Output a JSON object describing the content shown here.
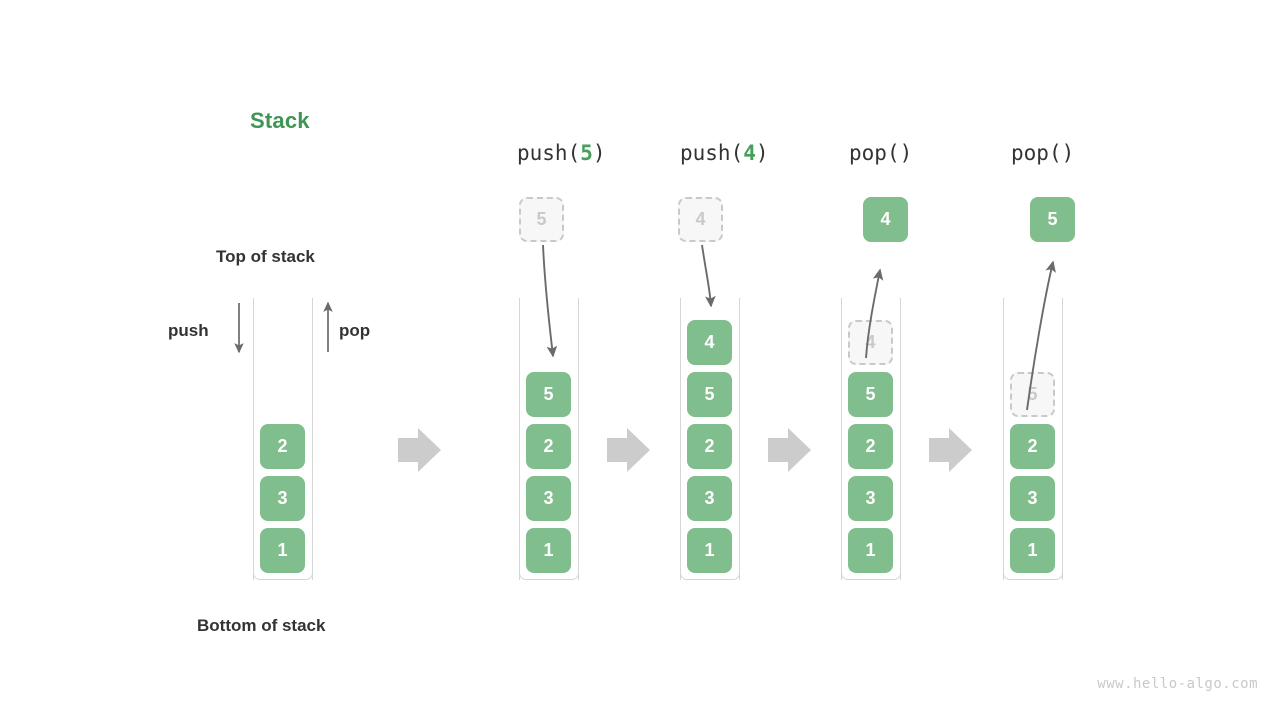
{
  "diagram": {
    "title": "Stack",
    "title_color": "#3f9553",
    "accent_green": "#81be8d",
    "ghost_gray": "#c9c9c9",
    "arrow_gray": "#6b6b6b",
    "transition_arrow_gray": "#cccccc",
    "labels": {
      "top_of_stack": "Top of stack",
      "bottom_of_stack": "Bottom of stack",
      "push": "push",
      "pop": "pop"
    },
    "watermark": "www.hello-algo.com"
  },
  "columns": [
    {
      "id": "initial",
      "header": {
        "name": "",
        "arg": "",
        "open": "",
        "close": ""
      },
      "cells": [
        {
          "value": "2",
          "state": "filled"
        },
        {
          "value": "3",
          "state": "filled"
        },
        {
          "value": "1",
          "state": "filled"
        }
      ],
      "outside": null
    },
    {
      "id": "push-5",
      "header": {
        "name": "push",
        "arg": "5",
        "open": "(",
        "close": ")"
      },
      "cells": [
        {
          "value": "5",
          "state": "filled"
        },
        {
          "value": "2",
          "state": "filled"
        },
        {
          "value": "3",
          "state": "filled"
        },
        {
          "value": "1",
          "state": "filled"
        }
      ],
      "outside": {
        "value": "5",
        "state": "ghost"
      }
    },
    {
      "id": "push-4",
      "header": {
        "name": "push",
        "arg": "4",
        "open": "(",
        "close": ")"
      },
      "cells": [
        {
          "value": "4",
          "state": "filled"
        },
        {
          "value": "5",
          "state": "filled"
        },
        {
          "value": "2",
          "state": "filled"
        },
        {
          "value": "3",
          "state": "filled"
        },
        {
          "value": "1",
          "state": "filled"
        }
      ],
      "outside": {
        "value": "4",
        "state": "ghost"
      }
    },
    {
      "id": "pop-1",
      "header": {
        "name": "pop",
        "arg": "",
        "open": "(",
        "close": ")"
      },
      "cells": [
        {
          "value": "4",
          "state": "ghost"
        },
        {
          "value": "5",
          "state": "filled"
        },
        {
          "value": "2",
          "state": "filled"
        },
        {
          "value": "3",
          "state": "filled"
        },
        {
          "value": "1",
          "state": "filled"
        }
      ],
      "outside": {
        "value": "4",
        "state": "filled"
      }
    },
    {
      "id": "pop-2",
      "header": {
        "name": "pop",
        "arg": "",
        "open": "(",
        "close": ")"
      },
      "cells": [
        {
          "value": "5",
          "state": "ghost"
        },
        {
          "value": "2",
          "state": "filled"
        },
        {
          "value": "3",
          "state": "filled"
        },
        {
          "value": "1",
          "state": "filled"
        }
      ],
      "outside": {
        "value": "5",
        "state": "filled"
      }
    }
  ]
}
